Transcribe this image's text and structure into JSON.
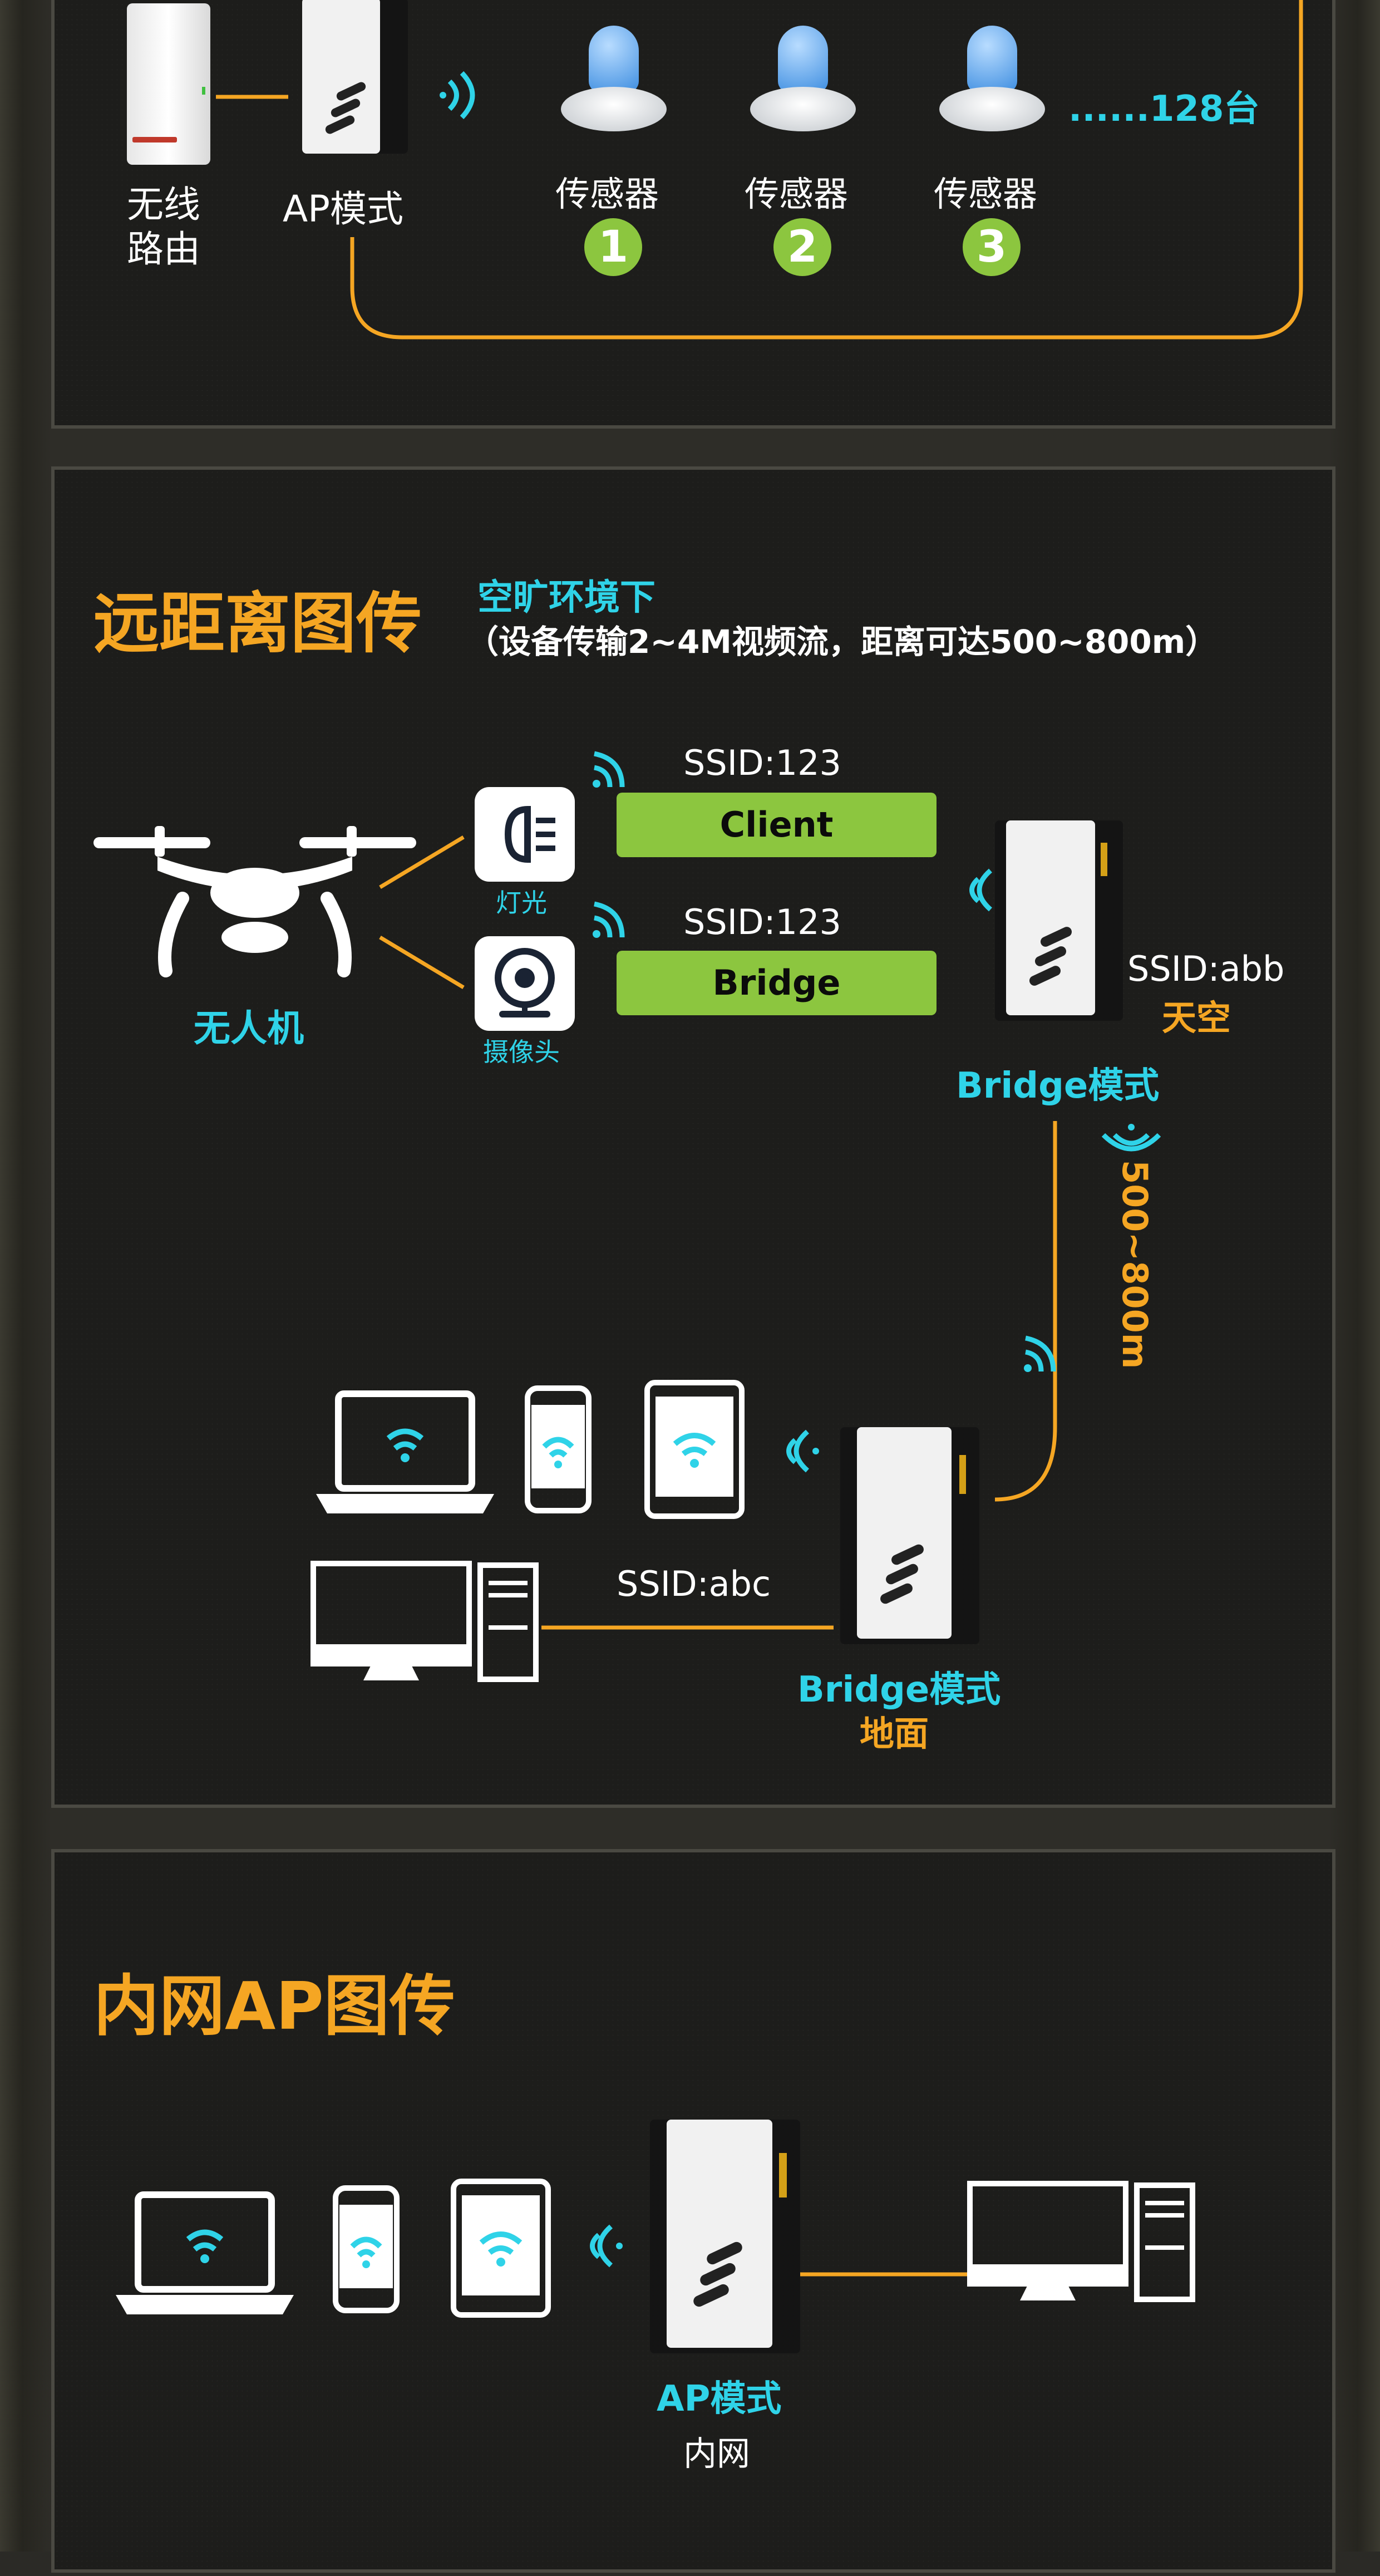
{
  "top": {
    "router_label_1": "无线",
    "router_label_2": "路由",
    "ap_label": "AP模式",
    "sensor_label": "传感器",
    "sensors": [
      "1",
      "2",
      "3"
    ],
    "more": "......128台"
  },
  "long_range": {
    "title": "远距离图传",
    "subtitle": "空旷环境下",
    "note": "（设备传输2~4M视频流，距离可达500~800m）",
    "drone_label": "无人机",
    "light_label": "灯光",
    "camera_label": "摄像头",
    "ssid_top_1": "SSID:123",
    "client_button": "Client",
    "ssid_top_2": "SSID:123",
    "bridge_button": "Bridge",
    "sky_ssid": "SSID:abb",
    "sky_label": "天空",
    "bridge_mode_sky": "Bridge模式",
    "distance": "500~800m",
    "ground_ssid": "SSID:abc",
    "bridge_mode_ground": "Bridge模式",
    "ground_label": "地面"
  },
  "lan_ap": {
    "title": "内网AP图传",
    "ap_mode": "AP模式",
    "lan_label": "内网"
  },
  "colors": {
    "accent_orange": "#f5a623",
    "accent_cyan": "#2fd3e8",
    "button_green": "#8cc63f"
  }
}
